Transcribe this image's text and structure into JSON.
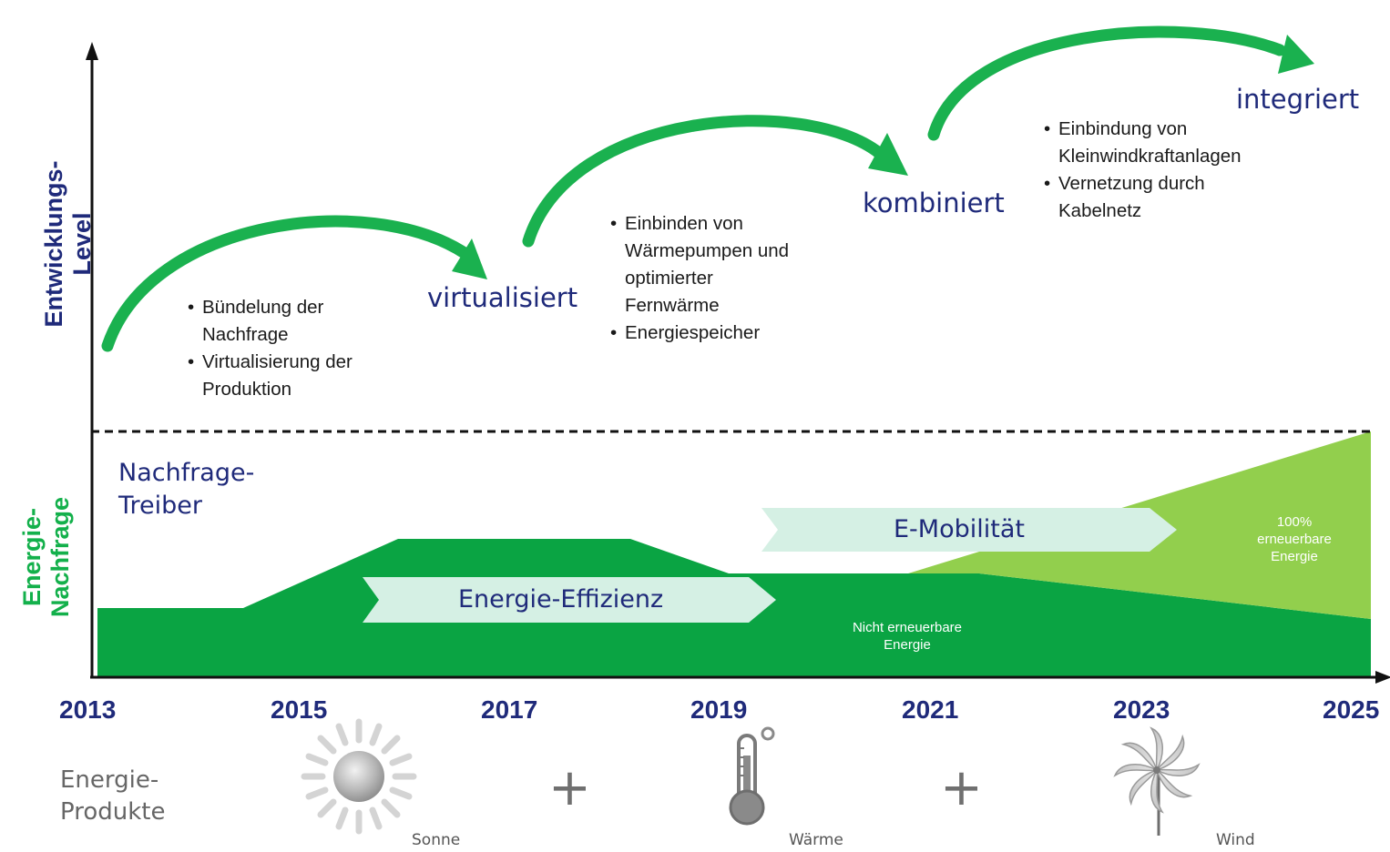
{
  "axes": {
    "y_upper_label_line1": "Entwicklungs-",
    "y_upper_label_line2": "Level",
    "y_lower_label_line1": "Energie-",
    "y_lower_label_line2": "Nachfrage",
    "x_years": [
      "2013",
      "2015",
      "2017",
      "2019",
      "2021",
      "2023",
      "2025"
    ]
  },
  "stages": [
    {
      "label": "virtualisiert",
      "bullets": [
        "Bündelung der",
        "Nachfrage",
        "Virtualisierung der",
        "Produktion"
      ]
    },
    {
      "label": "kombiniert",
      "bullets": [
        "Einbinden von",
        "Wärmepumpen und",
        "optimierter",
        "Fernwärme",
        "Energiespeicher"
      ]
    },
    {
      "label": "integriert",
      "bullets": [
        "Einbindung von",
        "Kleinwindkraftanlagen",
        "Vernetzung durch",
        "Kabelnetz"
      ]
    }
  ],
  "demand": {
    "driver_label_line1": "Nachfrage-",
    "driver_label_line2": "Treiber",
    "driver_arrows": [
      "Energie-Effizienz",
      "E-Mobilität"
    ],
    "renewable_label": "100% erneuerbare Energie",
    "nonrenewable_label": "Nicht erneuerbare Energie"
  },
  "products": {
    "title_line1": "Energie-",
    "title_line2": "Produkte",
    "items": [
      {
        "icon": "sun-icon",
        "caption": "Sonne"
      },
      {
        "icon": "thermometer-icon",
        "caption": "Wärme"
      },
      {
        "icon": "pinwheel-icon",
        "caption": "Wind"
      }
    ],
    "separator": "+"
  },
  "colors": {
    "dark_green": "#0aa443",
    "light_green": "#92cf4d",
    "arrow_green": "#1ab14f",
    "navy": "#1f2a7a",
    "mint": "#d5f0e4",
    "lime_label": "#13b04b"
  }
}
